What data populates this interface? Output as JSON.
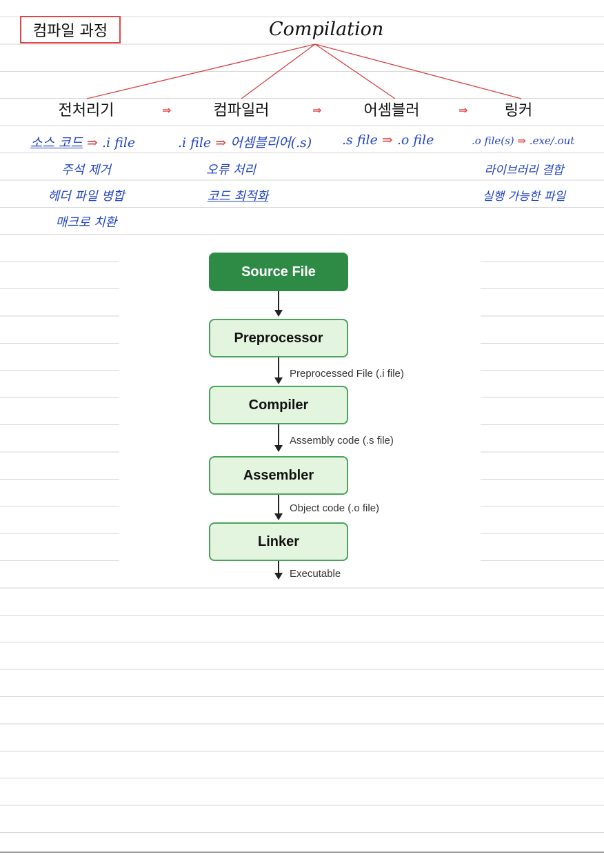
{
  "note": {
    "title": "컴파일 과정",
    "root": "Compilation",
    "stages": [
      {
        "name": "전처리기",
        "io_in": "소스 코드",
        "io_out": ".i file",
        "notes": [
          "주석 제거",
          "헤더 파일 병합",
          "매크로 치환"
        ]
      },
      {
        "name": "컴파일러",
        "io_in": ".i file",
        "io_out": "어셈블리어(.s)",
        "notes": [
          "오류 처리",
          "코드 최적화"
        ]
      },
      {
        "name": "어셈블러",
        "io_in": ".s file",
        "io_out": ".o file",
        "notes": []
      },
      {
        "name": "링커",
        "io_in": ".o file(s)",
        "io_out": ".exe/.out",
        "notes": [
          "라이브러리 결합",
          "실행 가능한 파일"
        ]
      }
    ],
    "stage_arrow": "⇒",
    "io_arrow": "⇒"
  },
  "diagram": {
    "nodes": [
      "Source File",
      "Preprocessor",
      "Compiler",
      "Assembler",
      "Linker"
    ],
    "edges": [
      "Preprocessed File (.i file)",
      "Assembly code (.s file)",
      "Object code (.o file)",
      "Executable"
    ]
  },
  "colors": {
    "pen_blue": "#2244c4",
    "pen_red": "#e24b4b",
    "source_node": "#2e8b45",
    "step_node_fill": "#e3f4df",
    "step_node_border": "#4aa35a"
  }
}
